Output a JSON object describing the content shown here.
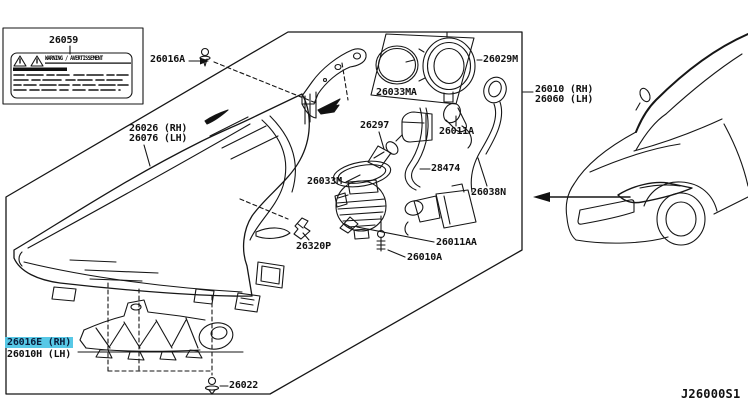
{
  "figure": {
    "code": "J26000S1"
  },
  "colors": {
    "highlight_bg": "#57c8e6",
    "highlight_text": "#0a1e3c",
    "line": "#161616"
  },
  "warning_label": {
    "title": "WARNING / AVERTISSEMENT"
  },
  "labels": {
    "warning_plate": "26059",
    "clip_top": "26016A",
    "lens_rh": "26026 (RH)",
    "lens_lh": "26076 (LH)",
    "gasket_ring": "26033MA",
    "bezel_ring": "26029M",
    "assy_rh": "26010 (RH)",
    "assy_lh": "26060 (LH)",
    "bulb": "26297",
    "bulb_socket": "26011A",
    "harness": "28474",
    "projector": "26033M",
    "igniter": "26038N",
    "clip_side": "26320P",
    "socket_small": "26011AA",
    "screw_mid": "26010A",
    "bracket_rh": "26016E (RH)",
    "bracket_lh": "26010H (LH)",
    "screw_bottom": "26022"
  }
}
